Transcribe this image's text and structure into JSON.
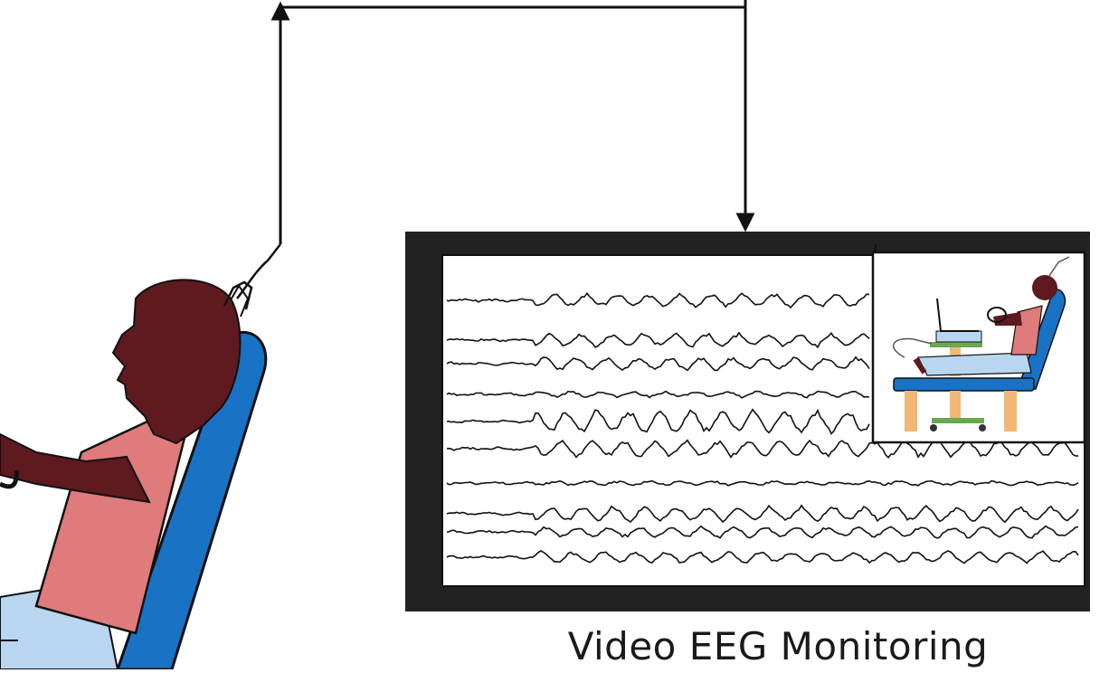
{
  "caption": "Video EEG Monitoring",
  "colors": {
    "chair": "#1a72c4",
    "chair_outline": "#111111",
    "head": "#5e1a1f",
    "torso": "#e07b7b",
    "legs": "#b9d6f0",
    "monitor_frame": "#222222",
    "trace": "#111111",
    "table_leg": "#f2b776",
    "table_top": "#6aa84f"
  },
  "icons": [
    "patient-figure",
    "electrode-cap",
    "eeg-monitor",
    "video-inset",
    "arrow-up",
    "arrow-down"
  ]
}
